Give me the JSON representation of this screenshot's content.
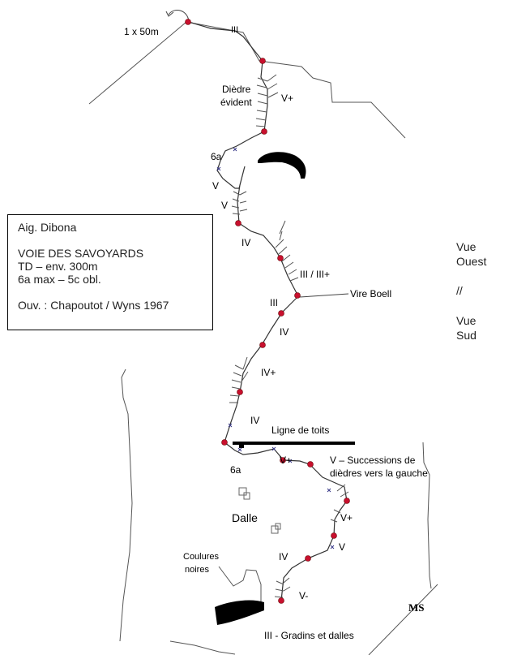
{
  "info": {
    "line1": "Aig. Dibona",
    "line2": "VOIE DES SAVOYARDS",
    "line3": "TD – env. 300m",
    "line4": "6a max – 5c obl.",
    "line5": "Ouv. : Chapoutot / Wyns 1967"
  },
  "labels": {
    "rappel": "1 x 50m",
    "g_top": "III",
    "diedre1": "Dièdre",
    "diedre2": "évident",
    "g_vplus1": "V+",
    "g_6a_upper": "6a",
    "g_v1": "V",
    "g_v2": "V",
    "g_iv1": "IV",
    "g_iii_iiiplus": "III / III+",
    "vire": "Vire Boell",
    "g_iii": "III",
    "g_iv2": "IV",
    "g_ivplus": "IV+",
    "g_iv3": "IV",
    "toits": "Ligne de toits",
    "g_6a_lower": "6a",
    "g_vplus2": "V+",
    "succ1": "V – Successions de",
    "succ2": "dièdres vers la gauche",
    "dalle": "Dalle",
    "g_vplus3": "V+",
    "g_v3": "V",
    "g_iv4": "IV",
    "coul1": "Coulures",
    "coul2": "noires",
    "g_vminus": "V-",
    "gradins": "III -  Gradins et dalles",
    "sig": "MS"
  },
  "views": {
    "v1": "Vue",
    "v2": "Ouest",
    "sep": "//",
    "v3": "Vue",
    "v4": "Sud"
  }
}
